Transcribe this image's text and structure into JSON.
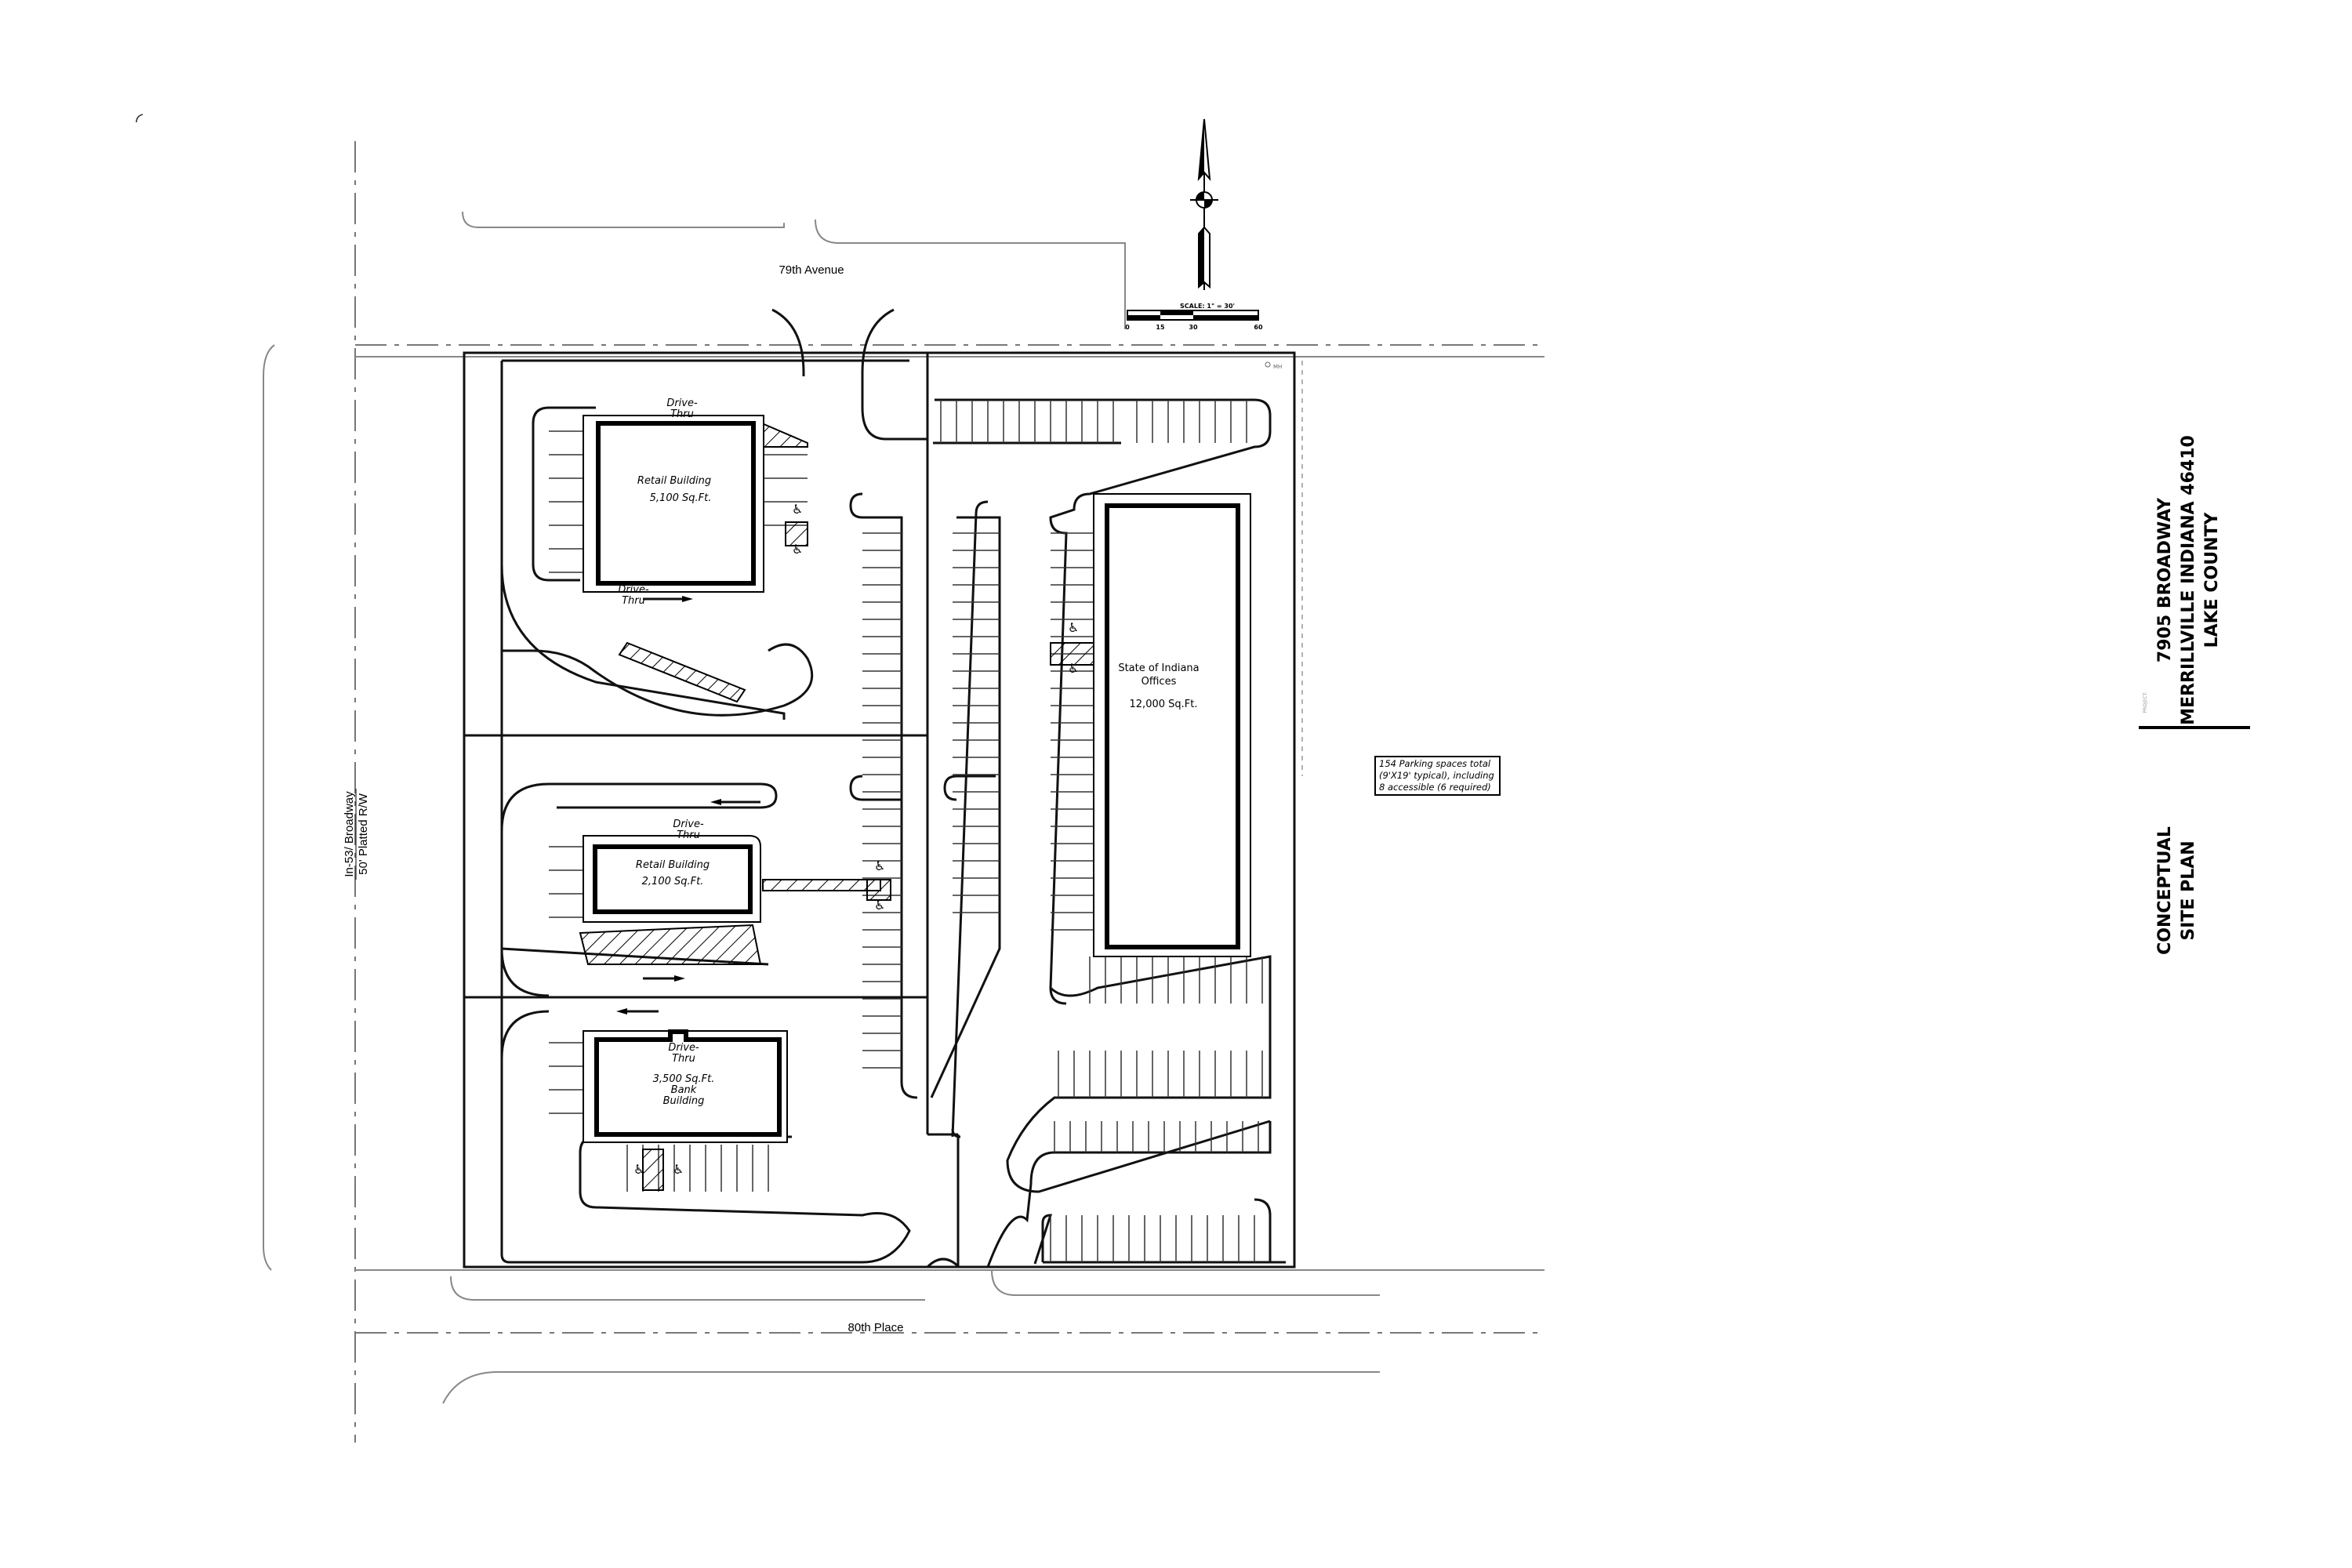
{
  "title_block": {
    "project_label": "PROJECT:",
    "address_line1": "7905 BROADWAY",
    "address_line2": "MERRILLVILLE INDIANA 46410",
    "address_line3": "LAKE COUNTY",
    "sheet_title_line1": "CONCEPTUAL",
    "sheet_title_line2": "SITE PLAN"
  },
  "streets": {
    "north": "79th Avenue",
    "south": "80th Place",
    "west_line1": "In-53/ Broadway",
    "west_line2": "50' Platted R/W"
  },
  "north_arrow": {
    "icon": "north-arrow-icon"
  },
  "scale_bar": {
    "label": "SCALE: 1\" = 30'",
    "ticks": [
      "0",
      "15",
      "30",
      "60"
    ]
  },
  "buildings": {
    "retail_1": {
      "name": "Retail Building",
      "area": "5,100 Sq.Ft.",
      "drive_thru_top": [
        "Drive-",
        "Thru"
      ],
      "drive_thru_bottom": [
        "Drive-",
        "Thru"
      ]
    },
    "retail_2": {
      "name": "Retail Building",
      "area": "2,100 Sq.Ft.",
      "drive_thru": [
        "Drive-",
        "Thru"
      ]
    },
    "bank": {
      "area": "3,500 Sq.Ft.",
      "name_line1": "Bank",
      "name_line2": "Building",
      "drive_thru": [
        "Drive-",
        "Thru"
      ]
    },
    "offices": {
      "name_line1": "State of Indiana",
      "name_line2": "Offices",
      "area": "12,000 Sq.Ft."
    }
  },
  "parking_note": {
    "line1": "154 Parking spaces total",
    "line2": "(9'X19' typical), including",
    "line3": "8 accessible (6 required)"
  },
  "utility_label": "MH"
}
